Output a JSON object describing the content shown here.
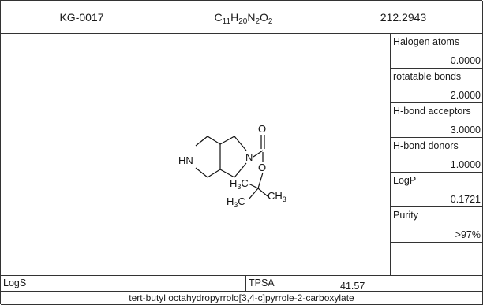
{
  "header": {
    "id": "KG-0017",
    "formula": {
      "c": "11",
      "h": "20",
      "n": "2",
      "o": "2"
    },
    "mw": "212.2943"
  },
  "structure": {
    "atoms": {
      "hn": "HN",
      "n": "N",
      "o_carbonyl": "O",
      "o_ester": "O",
      "h3c_top": "H3C",
      "h3c_bottom": "H3C",
      "ch3": "CH3"
    }
  },
  "properties": [
    {
      "label": "Halogen atoms",
      "value": "0.0000"
    },
    {
      "label": "rotatable bonds",
      "value": "2.0000"
    },
    {
      "label": "H-bond acceptors",
      "value": "3.0000"
    },
    {
      "label": "H-bond donors",
      "value": "1.0000"
    },
    {
      "label": "LogP",
      "value": "0.1721"
    },
    {
      "label": "Purity",
      "value": ">97%"
    }
  ],
  "footer": {
    "logs_label": "LogS",
    "logs_value": "",
    "tpsa_label": "TPSA",
    "tpsa_value": "41.57",
    "name": "tert-butyl octahydropyrrolo[3,4-c]pyrrole-2-carboxylate"
  }
}
